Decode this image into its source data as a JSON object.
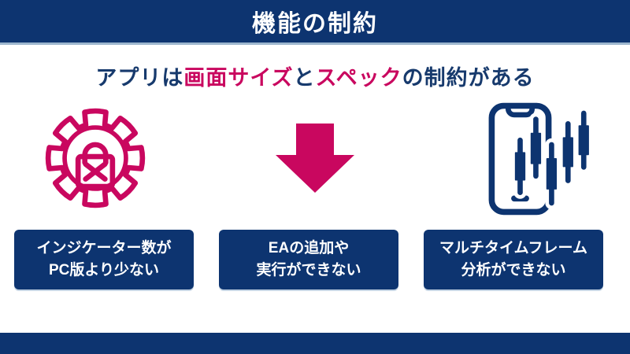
{
  "header": {
    "title": "機能の制約"
  },
  "subtitle": {
    "full_text": "アプリは画面サイズとスペックの制約がある",
    "segments": [
      {
        "text": "アプリは",
        "emphasis": false
      },
      {
        "text": "画面サイズ",
        "emphasis": true
      },
      {
        "text": "と",
        "emphasis": false
      },
      {
        "text": "スペック",
        "emphasis": true
      },
      {
        "text": "の制約がある",
        "emphasis": false
      }
    ]
  },
  "icons": [
    {
      "name": "gear-lock-icon",
      "meaning": "restricted settings"
    },
    {
      "name": "down-arrow-icon",
      "meaning": "leads to"
    },
    {
      "name": "smartphone-chart-icon",
      "meaning": "mobile trading app"
    }
  ],
  "boxes": [
    {
      "lines": [
        "インジケーター数が",
        "PC版より少ない"
      ]
    },
    {
      "lines": [
        "EAの追加や",
        "実行ができない"
      ]
    },
    {
      "lines": [
        "マルチタイムフレーム",
        "分析ができない"
      ]
    }
  ],
  "colors": {
    "navy": "#0d3470",
    "accent_crimson": "#c9075f",
    "divider_light_blue": "#9db6ce",
    "background": "#ffffff",
    "text_on_navy": "#ffffff"
  }
}
